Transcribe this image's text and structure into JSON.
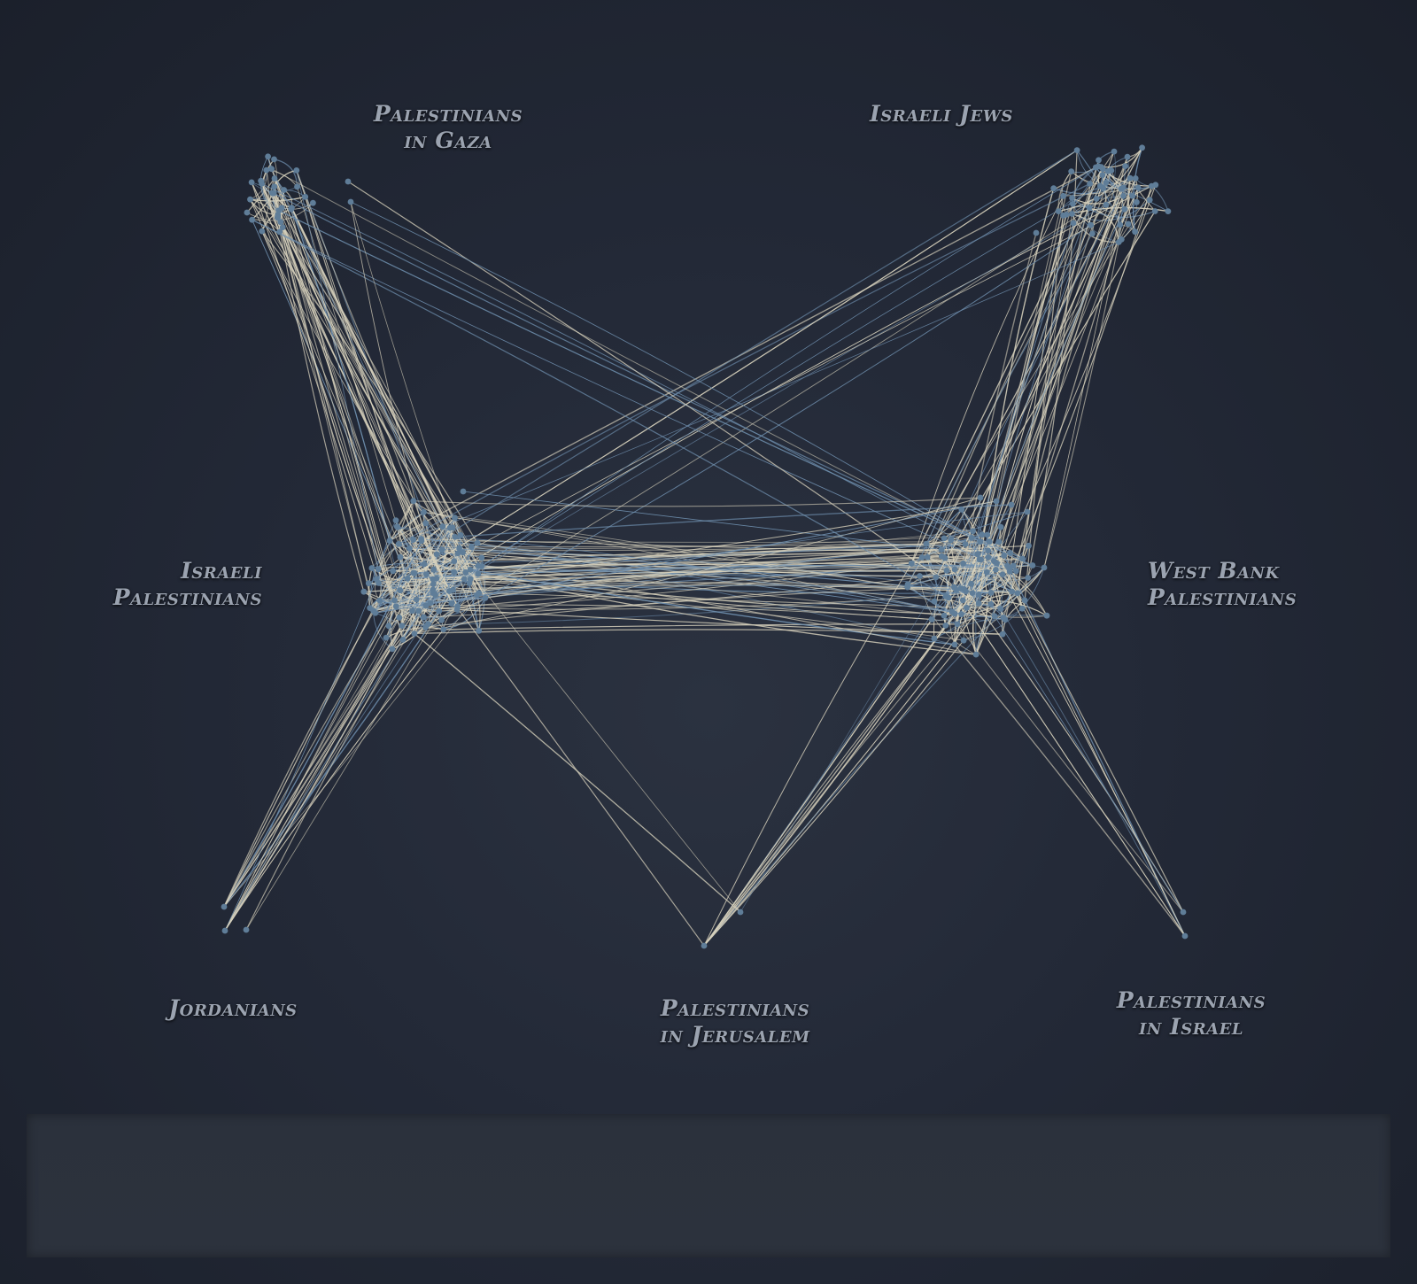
{
  "groups": {
    "gaza": {
      "line1": "Palestinians",
      "line2": "in Gaza"
    },
    "israeli_jews": {
      "line1": "Israeli Jews"
    },
    "israeli_palestinians": {
      "line1": "Israeli",
      "line2": "Palestinians"
    },
    "west_bank": {
      "line1": "West Bank",
      "line2": "Palestinians"
    },
    "jordanians": {
      "line1": "Jordanians"
    },
    "jerusalem": {
      "line1": "Palestinians",
      "line2": "in Jerusalem"
    },
    "in_israel": {
      "line1": "Palestinians",
      "line2": "in Israel"
    }
  },
  "colors": {
    "node": "#5f7d98",
    "edge_cream": "#d7d1bc",
    "edge_blue": "#6f8fae",
    "label": "#9ba3b0"
  },
  "bottom_panel": {}
}
